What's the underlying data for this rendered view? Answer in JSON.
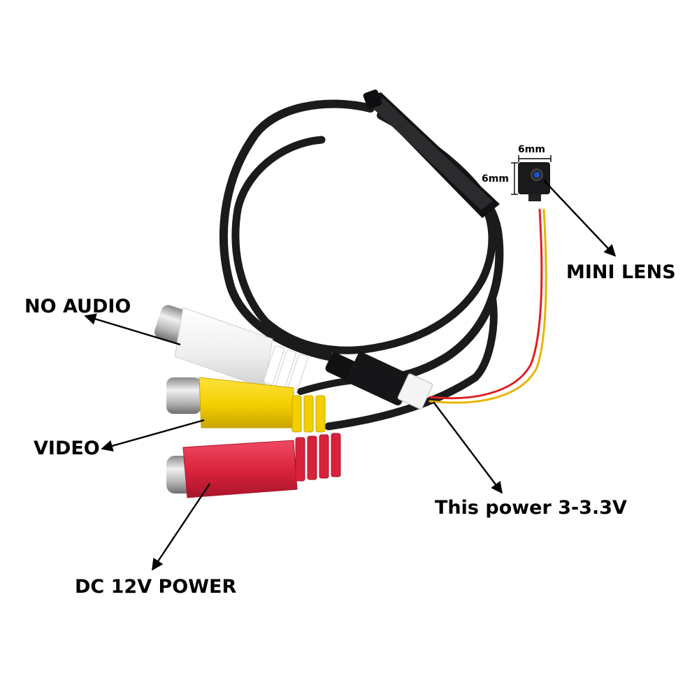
{
  "labels": {
    "no_audio": "NO AUDIO",
    "video": "VIDEO",
    "dc_power": "DC 12V POWER",
    "mini_lens": "MINI LENS",
    "power_33": "This power 3-3.3V"
  },
  "dimensions": {
    "width": "6mm",
    "height": "6mm"
  },
  "colors": {
    "cable": "#1b1b1d",
    "white_connector": "#f2f2f2",
    "yellow_connector": "#f2cf00",
    "red_connector": "#d8223b",
    "metal": "#c9c9c9",
    "wire_red": "#e02020",
    "wire_yellow": "#e8b400",
    "lens_blue": "#1e4fd8"
  }
}
